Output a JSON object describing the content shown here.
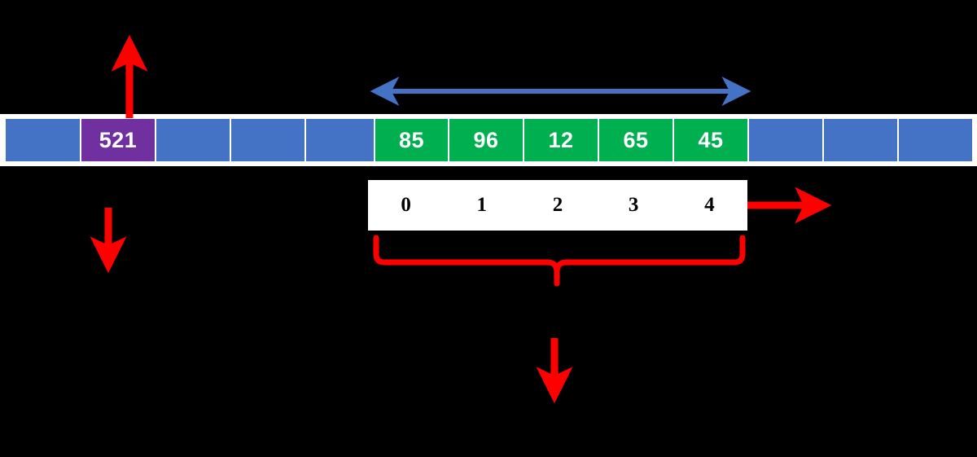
{
  "diagram": {
    "title": "array-slice-indexing-diagram",
    "background_color": "#000000",
    "colors": {
      "blue_cell": "#4472C4",
      "green_cell": "#00B050",
      "purple_cell": "#7030A0",
      "cell_text": "#FFFFFF",
      "index_text": "#000000",
      "strip_background": "#FFFFFF",
      "red_annotation": "#FF0000",
      "blue_annotation": "#4472C4"
    }
  },
  "array": {
    "name": "memory-array",
    "cells": [
      {
        "label": "",
        "color": "blue",
        "width": 93
      },
      {
        "label": "521",
        "color": "purple",
        "width": 92
      },
      {
        "label": "",
        "color": "blue",
        "width": 92
      },
      {
        "label": "",
        "color": "blue",
        "width": 92
      },
      {
        "label": "",
        "color": "blue",
        "width": 85
      },
      {
        "label": "85",
        "color": "green",
        "width": 91
      },
      {
        "label": "96",
        "color": "green",
        "width": 92
      },
      {
        "label": "12",
        "color": "green",
        "width": 92
      },
      {
        "label": "65",
        "color": "green",
        "width": 92
      },
      {
        "label": "45",
        "color": "green",
        "width": 92
      },
      {
        "label": "",
        "color": "blue",
        "width": 92
      },
      {
        "label": "",
        "color": "blue",
        "width": 92
      },
      {
        "label": "",
        "color": "blue",
        "width": 92
      }
    ]
  },
  "index_row": {
    "name": "slice-index-labels",
    "labels": [
      "0",
      "1",
      "2",
      "3",
      "4"
    ]
  },
  "annotations": {
    "pointer_up_arrow": {
      "name": "pointer-up-arrow",
      "color": "#FF0000",
      "direction": "up"
    },
    "pointer_down_arrow": {
      "name": "pointer-down-arrow",
      "color": "#FF0000",
      "direction": "down"
    },
    "span_arrow": {
      "name": "slice-span-double-arrow",
      "color": "#4472C4",
      "direction": "both"
    },
    "brace": {
      "name": "slice-group-brace",
      "color": "#FF0000"
    },
    "brace_down_arrow": {
      "name": "brace-down-arrow",
      "color": "#FF0000",
      "direction": "down"
    },
    "index_right_arrow": {
      "name": "index-right-arrow",
      "color": "#FF0000",
      "direction": "right"
    }
  }
}
